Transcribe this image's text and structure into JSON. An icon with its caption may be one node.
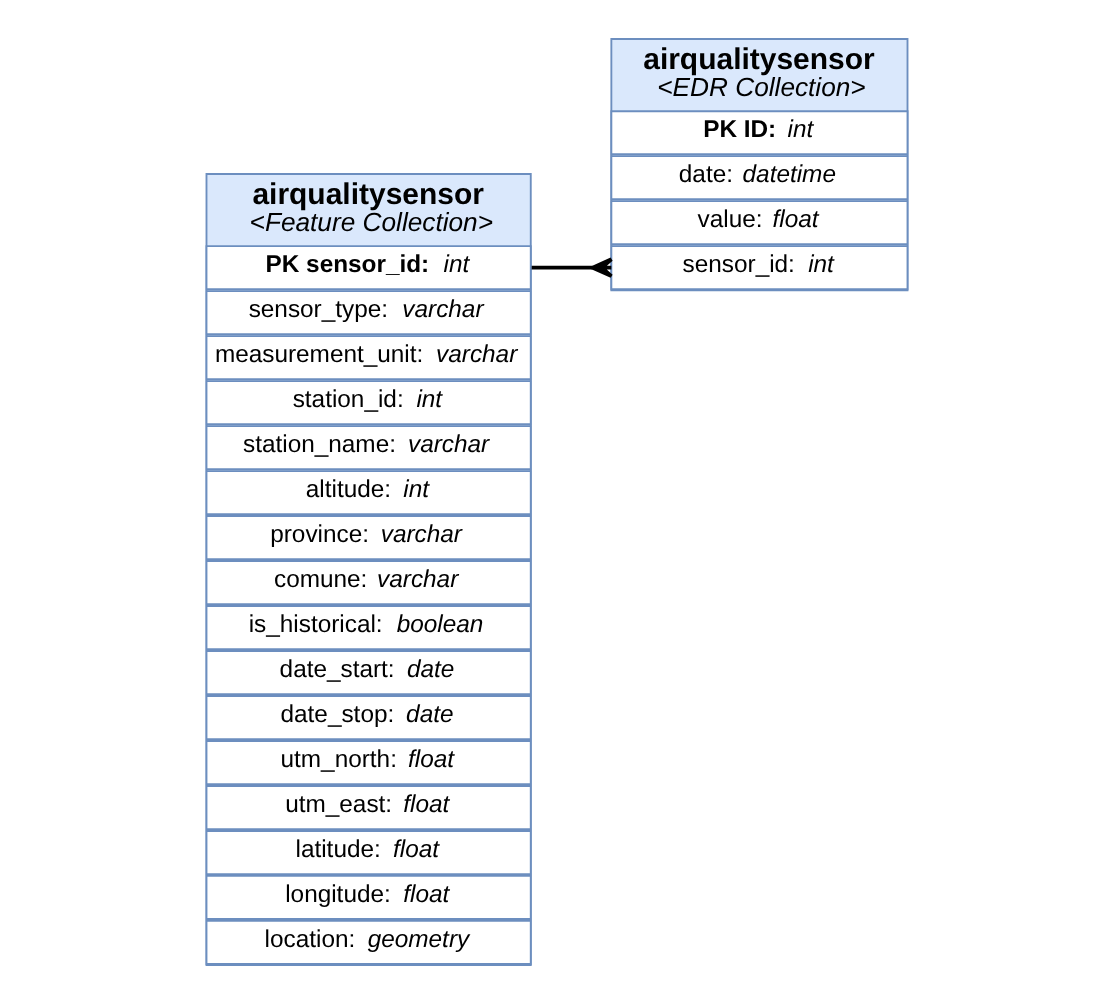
{
  "diagram": {
    "nodes": [
      {
        "text": [
          "airqualitysensor",
          "<Feature Collection>"
        ]
      },
      {
        "text": [
          "**PK sensor_id:** *int*"
        ],
        "in": 0
      },
      {
        "text": [
          "sensor_type: *varchar*"
        ],
        "in": 0
      },
      {
        "text": [
          "measurement_unit: *varchar*"
        ],
        "in": 0
      },
      {
        "text": [
          "station_id: *int*"
        ],
        "in": 0
      },
      {
        "text": [
          "station_name: *varchar*"
        ],
        "in": 0
      },
      {
        "text": [
          "altitude: *int*"
        ],
        "in": 0
      },
      {
        "text": [
          "province: *varchar*"
        ],
        "in": 0
      },
      {
        "text": [
          "comune: *varchar*"
        ],
        "in": 0
      },
      {
        "text": [
          "is_historical: *boolean*"
        ],
        "in": 0
      },
      {
        "text": [
          "date_start: *date*"
        ],
        "in": 0
      },
      {
        "text": [
          "date_stop: *date*"
        ],
        "in": 0
      },
      {
        "text": [
          "utm_north: *float*"
        ],
        "in": 0
      },
      {
        "text": [
          "utm_east: *float*"
        ],
        "in": 0
      },
      {
        "text": [
          "latitude: *float*"
        ],
        "in": 0
      },
      {
        "text": [
          "longitude: *float*"
        ],
        "in": 0
      },
      {
        "text": [
          "location: *geometry*"
        ],
        "in": 0
      },
      {
        "text": [
          "airqualitysensor",
          "<EDR Collection>"
        ]
      },
      {
        "text": [
          "**PK ID:** *int*"
        ],
        "in": 17
      },
      {
        "text": [
          "date: *datetime*"
        ],
        "in": 17
      },
      {
        "text": [
          "value: *float*"
        ],
        "in": 17
      },
      {
        "text": [
          "sensor_id: *int*"
        ],
        "in": 17
      }
    ],
    "edges": [
      {
        "from": 1,
        "to": 21,
        "arrow": "other"
      }
    ]
  }
}
